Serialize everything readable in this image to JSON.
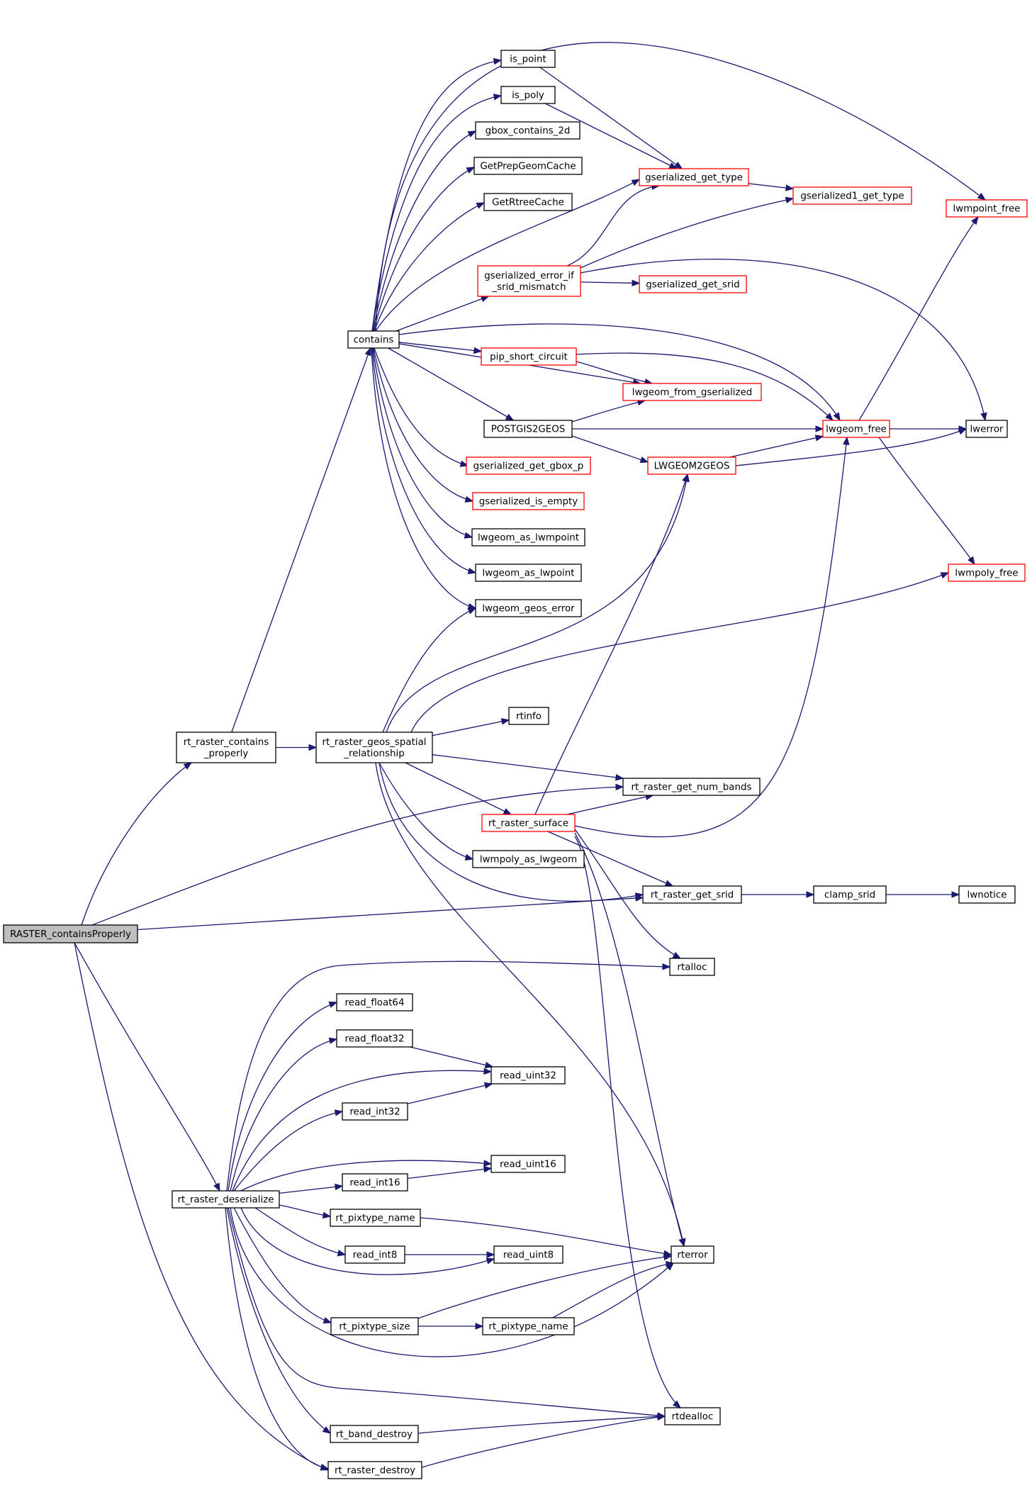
{
  "graph": {
    "type": "call-graph",
    "root": "RASTER_containsProperly",
    "nodes": [
      {
        "id": "RASTER_containsProperly",
        "lines": [
          "RASTER_containsProperly"
        ],
        "style": "root"
      },
      {
        "id": "rt_raster_contains_properly",
        "lines": [
          "rt_raster_contains",
          "_properly"
        ],
        "style": "normal"
      },
      {
        "id": "rt_raster_geos_spatial_relationship",
        "lines": [
          "rt_raster_geos_spatial",
          "_relationship"
        ],
        "style": "normal"
      },
      {
        "id": "contains",
        "lines": [
          "contains"
        ],
        "style": "normal"
      },
      {
        "id": "is_point",
        "lines": [
          "is_point"
        ],
        "style": "normal"
      },
      {
        "id": "is_poly",
        "lines": [
          "is_poly"
        ],
        "style": "normal"
      },
      {
        "id": "gbox_contains_2d",
        "lines": [
          "gbox_contains_2d"
        ],
        "style": "normal"
      },
      {
        "id": "GetPrepGeomCache",
        "lines": [
          "GetPrepGeomCache"
        ],
        "style": "normal"
      },
      {
        "id": "GetRtreeCache",
        "lines": [
          "GetRtreeCache"
        ],
        "style": "normal"
      },
      {
        "id": "gserialized_error_if_srid_mismatch",
        "lines": [
          "gserialized_error_if",
          "_srid_mismatch"
        ],
        "style": "red"
      },
      {
        "id": "gserialized_get_type",
        "lines": [
          "gserialized_get_type"
        ],
        "style": "red"
      },
      {
        "id": "gserialized1_get_type",
        "lines": [
          "gserialized1_get_type"
        ],
        "style": "red"
      },
      {
        "id": "gserialized_get_srid",
        "lines": [
          "gserialized_get_srid"
        ],
        "style": "red"
      },
      {
        "id": "lwmpoint_free",
        "lines": [
          "lwmpoint_free"
        ],
        "style": "red"
      },
      {
        "id": "pip_short_circuit",
        "lines": [
          "pip_short_circuit"
        ],
        "style": "red"
      },
      {
        "id": "lwgeom_from_gserialized",
        "lines": [
          "lwgeom_from_gserialized"
        ],
        "style": "red"
      },
      {
        "id": "POSTGIS2GEOS",
        "lines": [
          "POSTGIS2GEOS"
        ],
        "style": "normal"
      },
      {
        "id": "lwgeom_free",
        "lines": [
          "lwgeom_free"
        ],
        "style": "red"
      },
      {
        "id": "lwerror",
        "lines": [
          "lwerror"
        ],
        "style": "normal"
      },
      {
        "id": "LWGEOM2GEOS",
        "lines": [
          "LWGEOM2GEOS"
        ],
        "style": "red"
      },
      {
        "id": "gserialized_get_gbox_p",
        "lines": [
          "gserialized_get_gbox_p"
        ],
        "style": "red"
      },
      {
        "id": "gserialized_is_empty",
        "lines": [
          "gserialized_is_empty"
        ],
        "style": "red"
      },
      {
        "id": "lwgeom_as_lwmpoint",
        "lines": [
          "lwgeom_as_lwmpoint"
        ],
        "style": "normal"
      },
      {
        "id": "lwgeom_as_lwpoint",
        "lines": [
          "lwgeom_as_lwpoint"
        ],
        "style": "normal"
      },
      {
        "id": "lwgeom_geos_error",
        "lines": [
          "lwgeom_geos_error"
        ],
        "style": "normal"
      },
      {
        "id": "lwmpoly_free",
        "lines": [
          "lwmpoly_free"
        ],
        "style": "red"
      },
      {
        "id": "rtinfo",
        "lines": [
          "rtinfo"
        ],
        "style": "normal"
      },
      {
        "id": "rt_raster_get_num_bands",
        "lines": [
          "rt_raster_get_num_bands"
        ],
        "style": "normal"
      },
      {
        "id": "rt_raster_surface",
        "lines": [
          "rt_raster_surface"
        ],
        "style": "red"
      },
      {
        "id": "lwmpoly_as_lwgeom",
        "lines": [
          "lwmpoly_as_lwgeom"
        ],
        "style": "normal"
      },
      {
        "id": "rt_raster_get_srid",
        "lines": [
          "rt_raster_get_srid"
        ],
        "style": "normal"
      },
      {
        "id": "clamp_srid",
        "lines": [
          "clamp_srid"
        ],
        "style": "normal"
      },
      {
        "id": "lwnotice",
        "lines": [
          "lwnotice"
        ],
        "style": "normal"
      },
      {
        "id": "rtalloc",
        "lines": [
          "rtalloc"
        ],
        "style": "normal"
      },
      {
        "id": "read_float64",
        "lines": [
          "read_float64"
        ],
        "style": "normal"
      },
      {
        "id": "read_float32",
        "lines": [
          "read_float32"
        ],
        "style": "normal"
      },
      {
        "id": "read_uint32",
        "lines": [
          "read_uint32"
        ],
        "style": "normal"
      },
      {
        "id": "read_int32",
        "lines": [
          "read_int32"
        ],
        "style": "normal"
      },
      {
        "id": "read_uint16",
        "lines": [
          "read_uint16"
        ],
        "style": "normal"
      },
      {
        "id": "read_int16",
        "lines": [
          "read_int16"
        ],
        "style": "normal"
      },
      {
        "id": "rt_raster_deserialize",
        "lines": [
          "rt_raster_deserialize"
        ],
        "style": "normal"
      },
      {
        "id": "rt_pixtype_name_1",
        "lines": [
          "rt_pixtype_name"
        ],
        "style": "normal"
      },
      {
        "id": "rterror",
        "lines": [
          "rterror"
        ],
        "style": "normal"
      },
      {
        "id": "read_int8",
        "lines": [
          "read_int8"
        ],
        "style": "normal"
      },
      {
        "id": "read_uint8",
        "lines": [
          "read_uint8"
        ],
        "style": "normal"
      },
      {
        "id": "rt_pixtype_size",
        "lines": [
          "rt_pixtype_size"
        ],
        "style": "normal"
      },
      {
        "id": "rt_pixtype_name_2",
        "lines": [
          "rt_pixtype_name"
        ],
        "style": "normal"
      },
      {
        "id": "rtdealloc",
        "lines": [
          "rtdealloc"
        ],
        "style": "normal"
      },
      {
        "id": "rt_band_destroy",
        "lines": [
          "rt_band_destroy"
        ],
        "style": "normal"
      },
      {
        "id": "rt_raster_destroy",
        "lines": [
          "rt_raster_destroy"
        ],
        "style": "normal"
      }
    ],
    "edges": [
      [
        "RASTER_containsProperly",
        "rt_raster_contains_properly"
      ],
      [
        "RASTER_containsProperly",
        "rt_raster_get_num_bands"
      ],
      [
        "RASTER_containsProperly",
        "rt_raster_get_srid"
      ],
      [
        "RASTER_containsProperly",
        "rt_raster_deserialize"
      ],
      [
        "RASTER_containsProperly",
        "rt_raster_destroy"
      ],
      [
        "rt_raster_contains_properly",
        "contains"
      ],
      [
        "rt_raster_contains_properly",
        "rt_raster_geos_spatial_relationship"
      ],
      [
        "contains",
        "is_point"
      ],
      [
        "contains",
        "is_poly"
      ],
      [
        "contains",
        "gbox_contains_2d"
      ],
      [
        "contains",
        "GetPrepGeomCache"
      ],
      [
        "contains",
        "GetRtreeCache"
      ],
      [
        "contains",
        "gserialized_get_type"
      ],
      [
        "contains",
        "gserialized_error_if_srid_mismatch"
      ],
      [
        "contains",
        "lwmpoint_free"
      ],
      [
        "contains",
        "pip_short_circuit"
      ],
      [
        "contains",
        "lwgeom_from_gserialized"
      ],
      [
        "contains",
        "lwgeom_free"
      ],
      [
        "contains",
        "POSTGIS2GEOS"
      ],
      [
        "contains",
        "gserialized_get_gbox_p"
      ],
      [
        "contains",
        "gserialized_is_empty"
      ],
      [
        "contains",
        "lwgeom_as_lwmpoint"
      ],
      [
        "contains",
        "lwgeom_as_lwpoint"
      ],
      [
        "contains",
        "lwgeom_geos_error"
      ],
      [
        "is_point",
        "gserialized_get_type"
      ],
      [
        "is_poly",
        "gserialized_get_type"
      ],
      [
        "gserialized_get_type",
        "gserialized1_get_type"
      ],
      [
        "gserialized_error_if_srid_mismatch",
        "gserialized_get_type"
      ],
      [
        "gserialized_error_if_srid_mismatch",
        "gserialized1_get_type"
      ],
      [
        "gserialized_error_if_srid_mismatch",
        "gserialized_get_srid"
      ],
      [
        "gserialized_error_if_srid_mismatch",
        "lwerror"
      ],
      [
        "pip_short_circuit",
        "lwgeom_from_gserialized"
      ],
      [
        "pip_short_circuit",
        "lwgeom_free"
      ],
      [
        "POSTGIS2GEOS",
        "lwgeom_from_gserialized"
      ],
      [
        "POSTGIS2GEOS",
        "lwgeom_free"
      ],
      [
        "POSTGIS2GEOS",
        "LWGEOM2GEOS"
      ],
      [
        "LWGEOM2GEOS",
        "lwgeom_free"
      ],
      [
        "LWGEOM2GEOS",
        "lwerror"
      ],
      [
        "lwgeom_free",
        "lwmpoint_free"
      ],
      [
        "lwgeom_free",
        "lwerror"
      ],
      [
        "lwgeom_free",
        "lwmpoly_free"
      ],
      [
        "rt_raster_geos_spatial_relationship",
        "lwgeom_geos_error"
      ],
      [
        "rt_raster_geos_spatial_relationship",
        "LWGEOM2GEOS"
      ],
      [
        "rt_raster_geos_spatial_relationship",
        "lwmpoly_free"
      ],
      [
        "rt_raster_geos_spatial_relationship",
        "rtinfo"
      ],
      [
        "rt_raster_geos_spatial_relationship",
        "rt_raster_get_num_bands"
      ],
      [
        "rt_raster_geos_spatial_relationship",
        "rt_raster_surface"
      ],
      [
        "rt_raster_geos_spatial_relationship",
        "lwmpoly_as_lwgeom"
      ],
      [
        "rt_raster_geos_spatial_relationship",
        "rt_raster_get_srid"
      ],
      [
        "rt_raster_geos_spatial_relationship",
        "rterror"
      ],
      [
        "rt_raster_surface",
        "LWGEOM2GEOS"
      ],
      [
        "rt_raster_surface",
        "rt_raster_get_num_bands"
      ],
      [
        "rt_raster_surface",
        "lwgeom_free"
      ],
      [
        "rt_raster_surface",
        "rt_raster_get_srid"
      ],
      [
        "rt_raster_surface",
        "rtalloc"
      ],
      [
        "rt_raster_surface",
        "rterror"
      ],
      [
        "rt_raster_surface",
        "rtdealloc"
      ],
      [
        "rt_raster_get_srid",
        "clamp_srid"
      ],
      [
        "clamp_srid",
        "lwnotice"
      ],
      [
        "rt_raster_deserialize",
        "rtalloc"
      ],
      [
        "rt_raster_deserialize",
        "read_float64"
      ],
      [
        "rt_raster_deserialize",
        "read_float32"
      ],
      [
        "rt_raster_deserialize",
        "read_uint32"
      ],
      [
        "rt_raster_deserialize",
        "read_int32"
      ],
      [
        "rt_raster_deserialize",
        "read_uint16"
      ],
      [
        "rt_raster_deserialize",
        "read_int16"
      ],
      [
        "rt_raster_deserialize",
        "rt_pixtype_name_1"
      ],
      [
        "rt_raster_deserialize",
        "read_int8"
      ],
      [
        "rt_raster_deserialize",
        "read_uint8"
      ],
      [
        "rt_raster_deserialize",
        "rt_pixtype_size"
      ],
      [
        "rt_raster_deserialize",
        "rterror"
      ],
      [
        "rt_raster_deserialize",
        "rtdealloc"
      ],
      [
        "rt_raster_deserialize",
        "rt_band_destroy"
      ],
      [
        "rt_raster_deserialize",
        "rt_raster_destroy"
      ],
      [
        "read_float32",
        "read_uint32"
      ],
      [
        "read_int32",
        "read_uint32"
      ],
      [
        "read_int16",
        "read_uint16"
      ],
      [
        "read_int8",
        "read_uint8"
      ],
      [
        "rt_pixtype_name_1",
        "rterror"
      ],
      [
        "rt_pixtype_size",
        "rt_pixtype_name_2"
      ],
      [
        "rt_pixtype_size",
        "rterror"
      ],
      [
        "rt_pixtype_name_2",
        "rterror"
      ],
      [
        "rt_band_destroy",
        "rtdealloc"
      ],
      [
        "rt_raster_destroy",
        "rtdealloc"
      ]
    ]
  }
}
